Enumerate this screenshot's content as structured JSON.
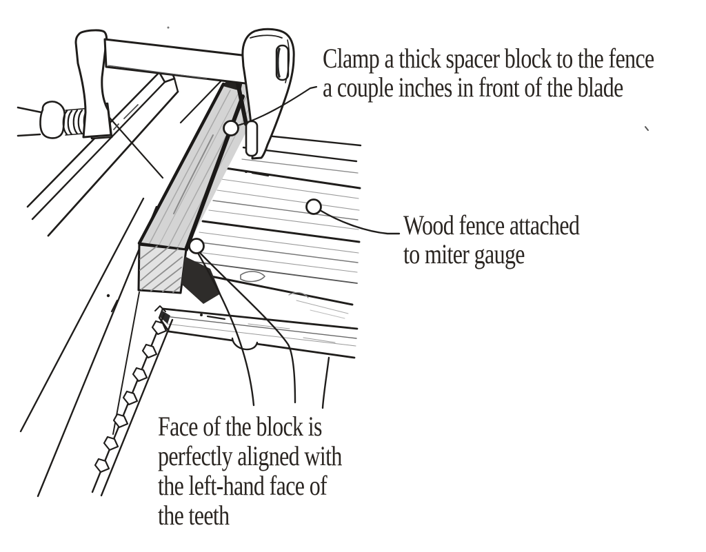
{
  "figure": {
    "type": "technical-illustration",
    "subject": "Table saw setup: spacer block clamped to wood fence on miter gauge, aligned with blade teeth",
    "palette": {
      "background": "#ffffff",
      "ink": "#1f1d1b",
      "block_face": "#d4d4d4",
      "block_end_grain": "#e2e2e2",
      "shadow": "#2e2c2a",
      "text": "#2a2521"
    },
    "annotations": {
      "clamp": {
        "lines": [
          "Clamp a thick spacer block to the fence",
          "a couple inches in front of the blade"
        ]
      },
      "fence": {
        "lines": [
          "Wood fence attached",
          "to miter gauge"
        ]
      },
      "block_alignment": {
        "lines": [
          "Face of the block is",
          "perfectly aligned with",
          "the left-hand face of",
          "the teeth"
        ]
      }
    }
  }
}
